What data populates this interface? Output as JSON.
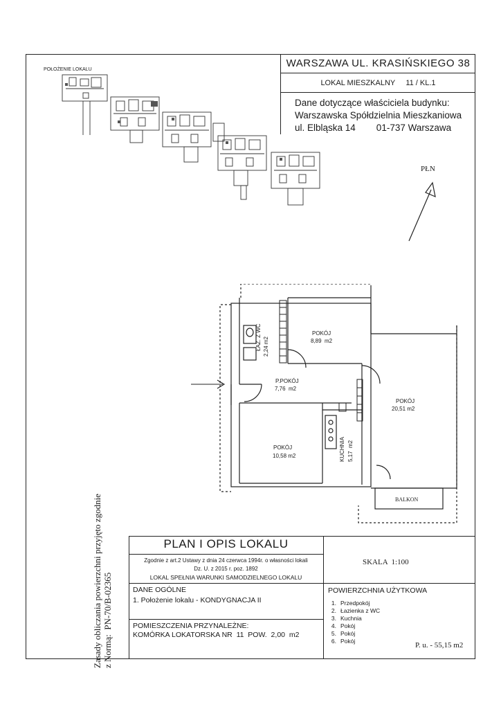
{
  "location_label": "POŁOŻENIE LOKALU",
  "header": {
    "address": "WARSZAWA UL. KRASIŃSKIEGO 38",
    "unit": "LOKAL MIESZKALNY     11 / KL.1",
    "owner_line1": "Dane dotyczące właściciela budynku:",
    "owner_line2": "Warszawska Spółdzielnia Mieszkaniowa",
    "owner_line3": "ul. Elbląska 14        01-737 Warszawa"
  },
  "north_label": "PŁN",
  "rooms": {
    "bath_name": "ŁAZ. Z WC",
    "bath_area": "2,24 m2",
    "room1_name": "POKÓJ",
    "room1_area": "8,89  m2",
    "hall_name": "P.POKÓJ",
    "hall_area": "7,76  m2",
    "room2_name": "POKÓJ",
    "room2_area": "20,51 m2",
    "room3_name": "POKÓJ",
    "room3_area": "10,58 m2",
    "kitchen_name": "KUCHNIA",
    "kitchen_area": "5,17  m2",
    "balcony": "BALKON"
  },
  "side_note_line1": "Zasady obliczania powierzchni przyjęto zgodnie",
  "side_note_line2": "z Normą:  PN-70/B-02365",
  "plan_box": {
    "title": "PLAN I OPIS LOKALU",
    "legal1": "Zgodnie z art.2 Ustawy z dnia 24 czerwca 1994r. o własności lokali",
    "legal2": "Dz. U. z 2015 r. poz. 1892",
    "legal3": "LOKAL SPEŁNIA WARUNKI SAMODZIELNEGO LOKALU",
    "general_head": "DANE OGÓLNE",
    "general_item": "1. Położenie lokalu - KONDYGNACJA II",
    "appurt_head": "POMIESZCZENIA PRZYNALEŻNE:",
    "appurt_item": "KOMÓRKA LOKATORSKA NR  11  POW.  2,00  m2"
  },
  "scale": "SKALA  1:100",
  "usable": {
    "head": "POWIERZCHNIA UŻYTKOWA",
    "items": [
      {
        "n": "1.",
        "name": "Przedpokój"
      },
      {
        "n": "2.",
        "name": "Łazienka z WC"
      },
      {
        "n": "3.",
        "name": "Kuchnia"
      },
      {
        "n": "4.",
        "name": "Pokój"
      },
      {
        "n": "5.",
        "name": "Pokój"
      },
      {
        "n": "6.",
        "name": "Pokój"
      }
    ],
    "total": "P. u. - 55,15 m2"
  }
}
